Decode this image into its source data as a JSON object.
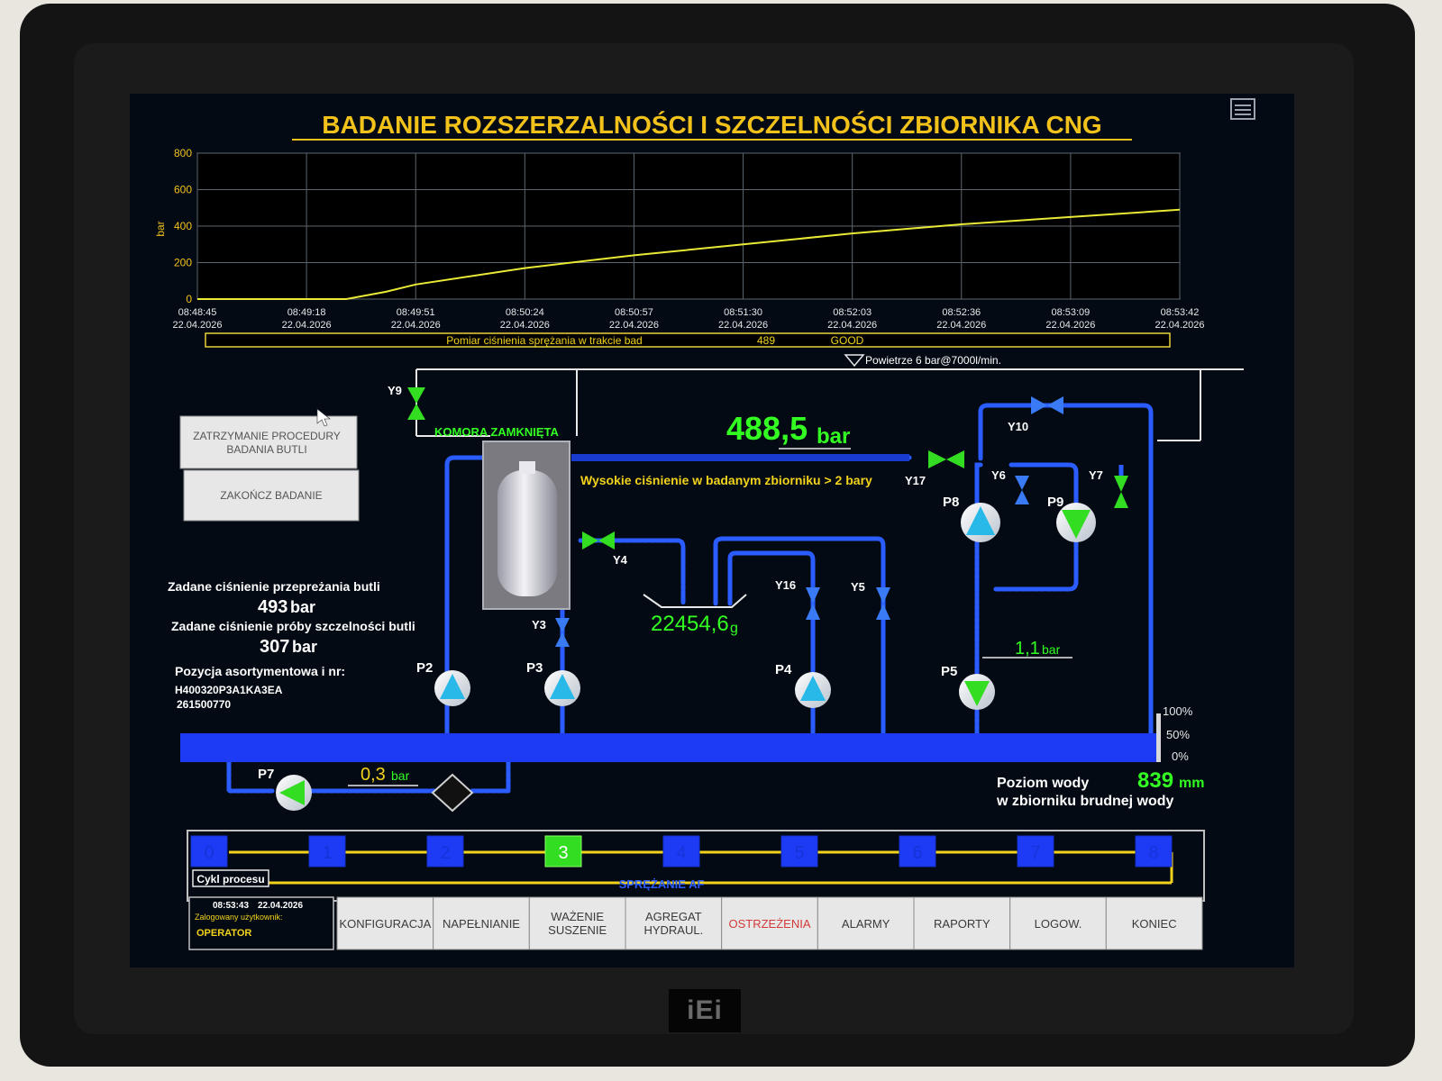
{
  "device": {
    "brand": "iEi"
  },
  "title": "BADANIE ROZSZERZALNOŚCI I SZCZELNOŚCI ZBIORNIKA CNG",
  "chart_data": {
    "type": "line",
    "ylabel": "bar",
    "ylim": [
      0,
      800
    ],
    "y_ticks": [
      "800",
      "600",
      "400",
      "200",
      "0"
    ],
    "x_ticks": [
      {
        "time": "08:48:45",
        "date": "22.04.2026"
      },
      {
        "time": "08:49:18",
        "date": "22.04.2026"
      },
      {
        "time": "08:49:51",
        "date": "22.04.2026"
      },
      {
        "time": "08:50:24",
        "date": "22.04.2026"
      },
      {
        "time": "08:50:57",
        "date": "22.04.2026"
      },
      {
        "time": "08:51:30",
        "date": "22.04.2026"
      },
      {
        "time": "08:52:03",
        "date": "22.04.2026"
      },
      {
        "time": "08:52:36",
        "date": "22.04.2026"
      },
      {
        "time": "08:53:09",
        "date": "22.04.2026"
      },
      {
        "time": "08:53:42",
        "date": "22.04.2026"
      }
    ],
    "series": [
      {
        "color": "#e9e936",
        "x": [
          "08:48:45",
          "08:49:30",
          "08:49:42",
          "08:49:51",
          "08:50:24",
          "08:50:57",
          "08:51:30",
          "08:52:03",
          "08:52:36",
          "08:53:09",
          "08:53:42"
        ],
        "y": [
          0,
          0,
          40,
          80,
          170,
          240,
          300,
          360,
          410,
          450,
          490
        ]
      }
    ],
    "grid": true
  },
  "status_bar": {
    "label": "Pomiar ciśnienia sprężania w trakcie bad",
    "value": "489",
    "result": "GOOD"
  },
  "air_supply_label": "Powietrze 6 bar@7000l/min.",
  "chamber_label": "KOMORA ZAMKNIĘTA",
  "pressure": {
    "value": "488,5",
    "unit": "bar"
  },
  "warning": "Wysokie ciśnienie w badanym zbiorniku > 2 bary",
  "weight": {
    "value": "22454,6",
    "unit": "g"
  },
  "p5_pressure": {
    "value": "1,1",
    "unit": "bar"
  },
  "p7_pressure": {
    "value": "0,3",
    "unit": "bar"
  },
  "valves": {
    "y9": "Y9",
    "y3": "Y3",
    "y4": "Y4",
    "y16": "Y16",
    "y5": "Y5",
    "y17": "Y17",
    "y6": "Y6",
    "y7": "Y7",
    "y10": "Y10"
  },
  "pumps": {
    "p2": "P2",
    "p3": "P3",
    "p4": "P4",
    "p5": "P5",
    "p7": "P7",
    "p8": "P8",
    "p9": "P9"
  },
  "buttons": {
    "stop_procedure": [
      "ZATRZYMANIE PROCEDURY",
      "BADANIA BUTLI"
    ],
    "finish_test": "ZAKOŃCZ BADANIE"
  },
  "params": {
    "overpressure_label": "Zadane ciśnienie przepreżania butli",
    "overpressure_value": "493",
    "leak_label": "Zadane ciśnienie próby szczelności butli",
    "leak_value": "307",
    "unit": "bar",
    "item_label": "Pozycja asortymentowa i nr:",
    "item_code": "H400320P3A1KA3EA",
    "item_number": "261500770"
  },
  "tank": {
    "levels": [
      "100%",
      "50%",
      "0%"
    ],
    "level_fraction": 0.42,
    "water_label_1": "Poziom wody",
    "water_label_2": "w zbiorniku brudnej wody",
    "water_value": "839",
    "water_unit": "mm"
  },
  "process": {
    "label": "Cykl procesu",
    "steps": [
      "0",
      "1",
      "2",
      "3",
      "4",
      "5",
      "6",
      "7",
      "8"
    ],
    "active_step": "3",
    "stage_name": "SPRĘŻANIE AF"
  },
  "footer": {
    "time": "08:53:43",
    "date": "22.04.2026",
    "user_label": "Zalogowany użytkownik:",
    "user": "OPERATOR"
  },
  "nav": [
    {
      "key": "konfiguracja",
      "lines": [
        "KONFIGURACJA"
      ]
    },
    {
      "key": "napelnianie",
      "lines": [
        "NAPEŁNIANIE"
      ]
    },
    {
      "key": "wazenie-suszenie",
      "lines": [
        "WAŻENIE",
        "SUSZENIE"
      ]
    },
    {
      "key": "agregat-hydraul",
      "lines": [
        "AGREGAT",
        "HYDRAUL."
      ]
    },
    {
      "key": "ostrzezenia",
      "lines": [
        "OSTRZEŻENIA"
      ],
      "color": "#d23a3a"
    },
    {
      "key": "alarmy",
      "lines": [
        "ALARMY"
      ]
    },
    {
      "key": "raporty",
      "lines": [
        "RAPORTY"
      ]
    },
    {
      "key": "logow",
      "lines": [
        "LOGOW."
      ]
    },
    {
      "key": "koniec",
      "lines": [
        "KONIEC"
      ]
    }
  ],
  "colors": {
    "yellow": "#f2d21b",
    "green": "#33ff22",
    "blue": "#1d3bf5",
    "pipe": "#2a5cff",
    "white": "#ffffff"
  }
}
